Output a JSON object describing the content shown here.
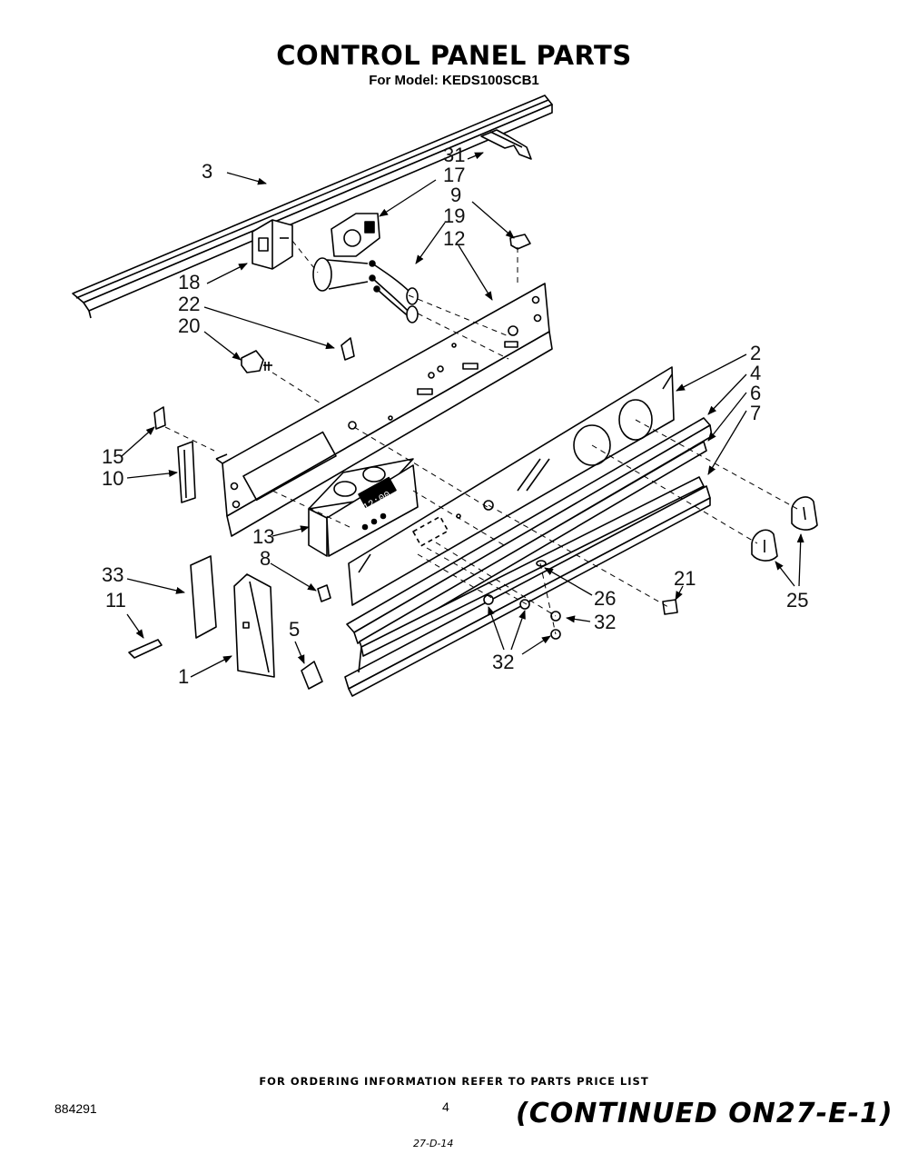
{
  "header": {
    "title": "CONTROL PANEL PARTS",
    "model_line": "For Model: KEDS100SCB1"
  },
  "callouts": {
    "c31": "31",
    "c17": "17",
    "c9": "9",
    "c19": "19",
    "c12": "12",
    "c3": "3",
    "c18": "18",
    "c22": "22",
    "c20": "20",
    "c2": "2",
    "c4": "4",
    "c6": "6",
    "c7": "7",
    "c15": "15",
    "c10": "10",
    "c13": "13",
    "c8": "8",
    "c33": "33",
    "c11": "11",
    "c5": "5",
    "c1": "1",
    "c21": "21",
    "c26": "26",
    "c32a": "32",
    "c32b": "32",
    "c25": "25"
  },
  "display_readout": "12:00",
  "footer": {
    "ordering_note": "FOR ORDERING INFORMATION REFER TO PARTS PRICE LIST",
    "document_number": "884291",
    "page_number": "4",
    "continued": "(CONTINUED ON27-E-1)",
    "handwritten_ref": "27-D-14"
  }
}
